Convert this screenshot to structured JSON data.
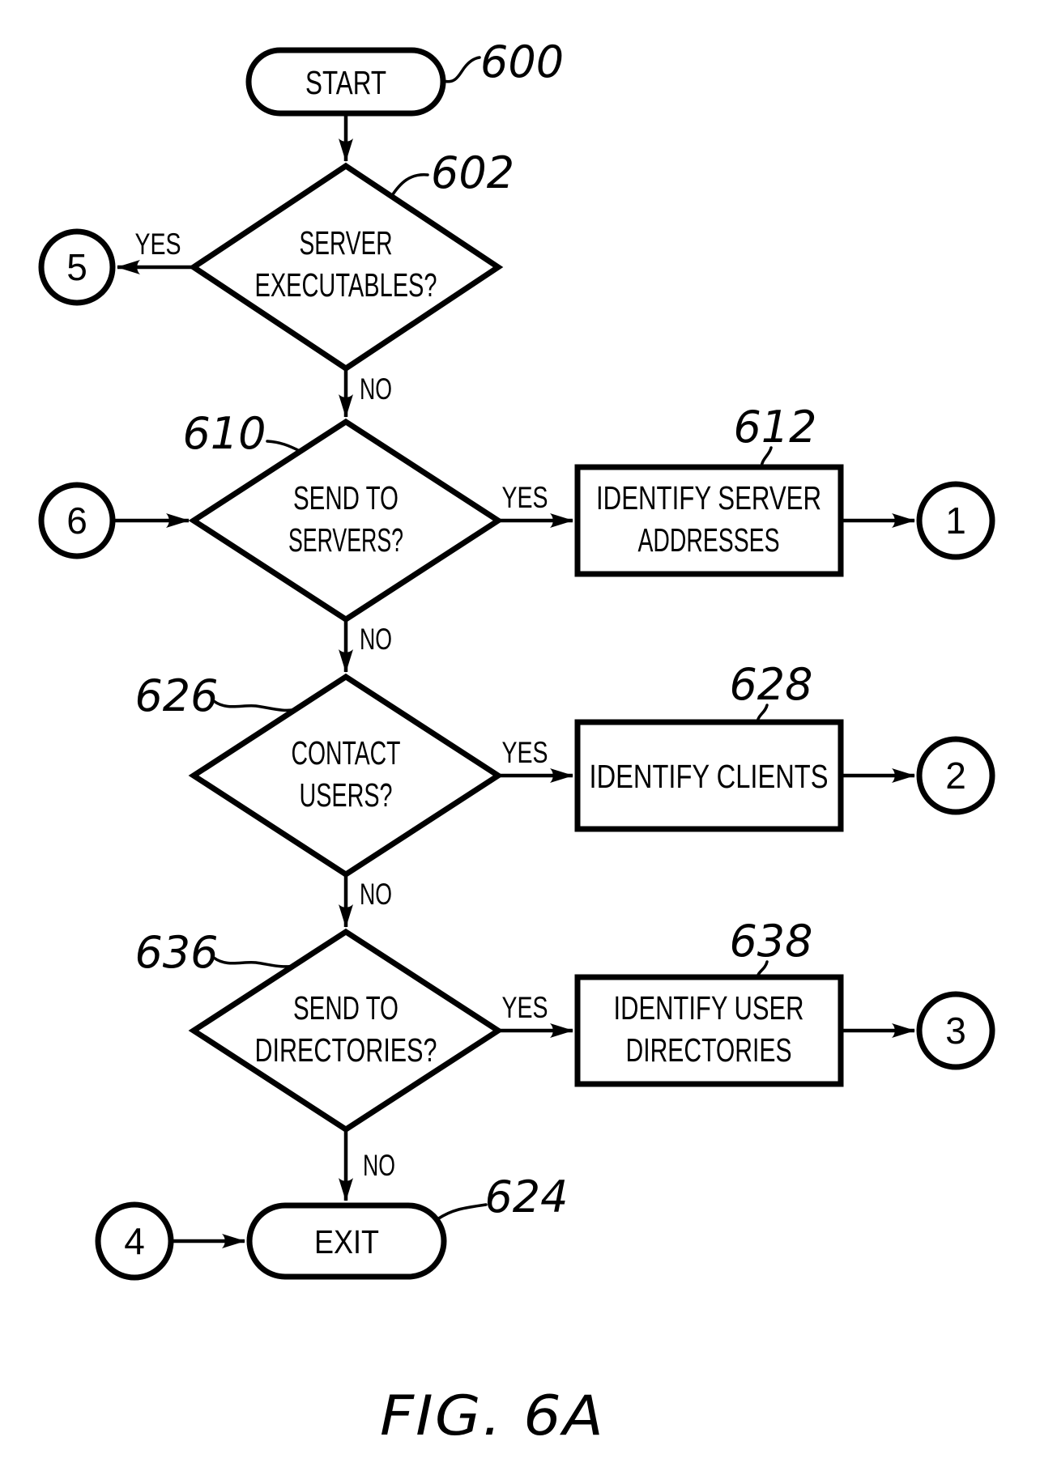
{
  "caption": "FIG. 6A",
  "labels": {
    "yes": "YES",
    "no": "NO"
  },
  "nodes": {
    "start": {
      "text": "START",
      "ref": "600"
    },
    "server_executables": {
      "line1": "SERVER",
      "line2": "EXECUTABLES?",
      "ref": "602"
    },
    "send_to_servers": {
      "line1": "SEND TO",
      "line2": "SERVERS?",
      "ref": "610"
    },
    "identify_server_addresses": {
      "line1": "IDENTIFY SERVER",
      "line2": "ADDRESSES",
      "ref": "612"
    },
    "contact_users": {
      "line1": "CONTACT",
      "line2": "USERS?",
      "ref": "626"
    },
    "identify_clients": {
      "line1": "IDENTIFY CLIENTS",
      "ref": "628"
    },
    "send_to_directories": {
      "line1": "SEND TO",
      "line2": "DIRECTORIES?",
      "ref": "636"
    },
    "identify_user_directories": {
      "line1": "IDENTIFY USER",
      "line2": "DIRECTORIES",
      "ref": "638"
    },
    "exit": {
      "text": "EXIT",
      "ref": "624"
    }
  },
  "connectors": {
    "c1": "1",
    "c2": "2",
    "c3": "3",
    "c4": "4",
    "c5": "5",
    "c6": "6"
  },
  "colors": {
    "ink": "#000000",
    "paper": "#ffffff"
  }
}
